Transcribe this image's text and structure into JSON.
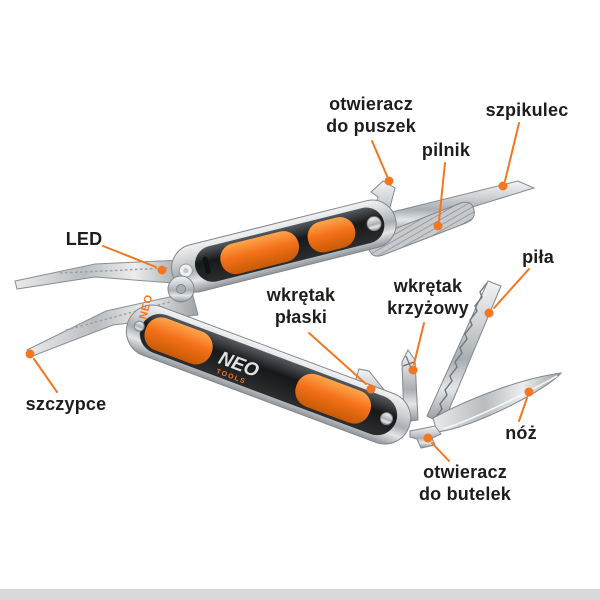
{
  "colors": {
    "accent": "#f4771f",
    "text": "#1d1d1b"
  },
  "brand": {
    "name": "NEO",
    "sub": "TOOLS"
  },
  "labels": {
    "can_opener": "otwieracz\ndo puszek",
    "awl": "szpikulec",
    "file": "pilnik",
    "led": "LED",
    "saw": "piła",
    "flat_screwdriver": "wkrętak\npłaski",
    "phillips_screwdriver": "wkrętak\nkrzyżowy",
    "pliers": "szczypce",
    "knife": "nóż",
    "bottle_opener": "otwieracz\ndo butelek"
  }
}
